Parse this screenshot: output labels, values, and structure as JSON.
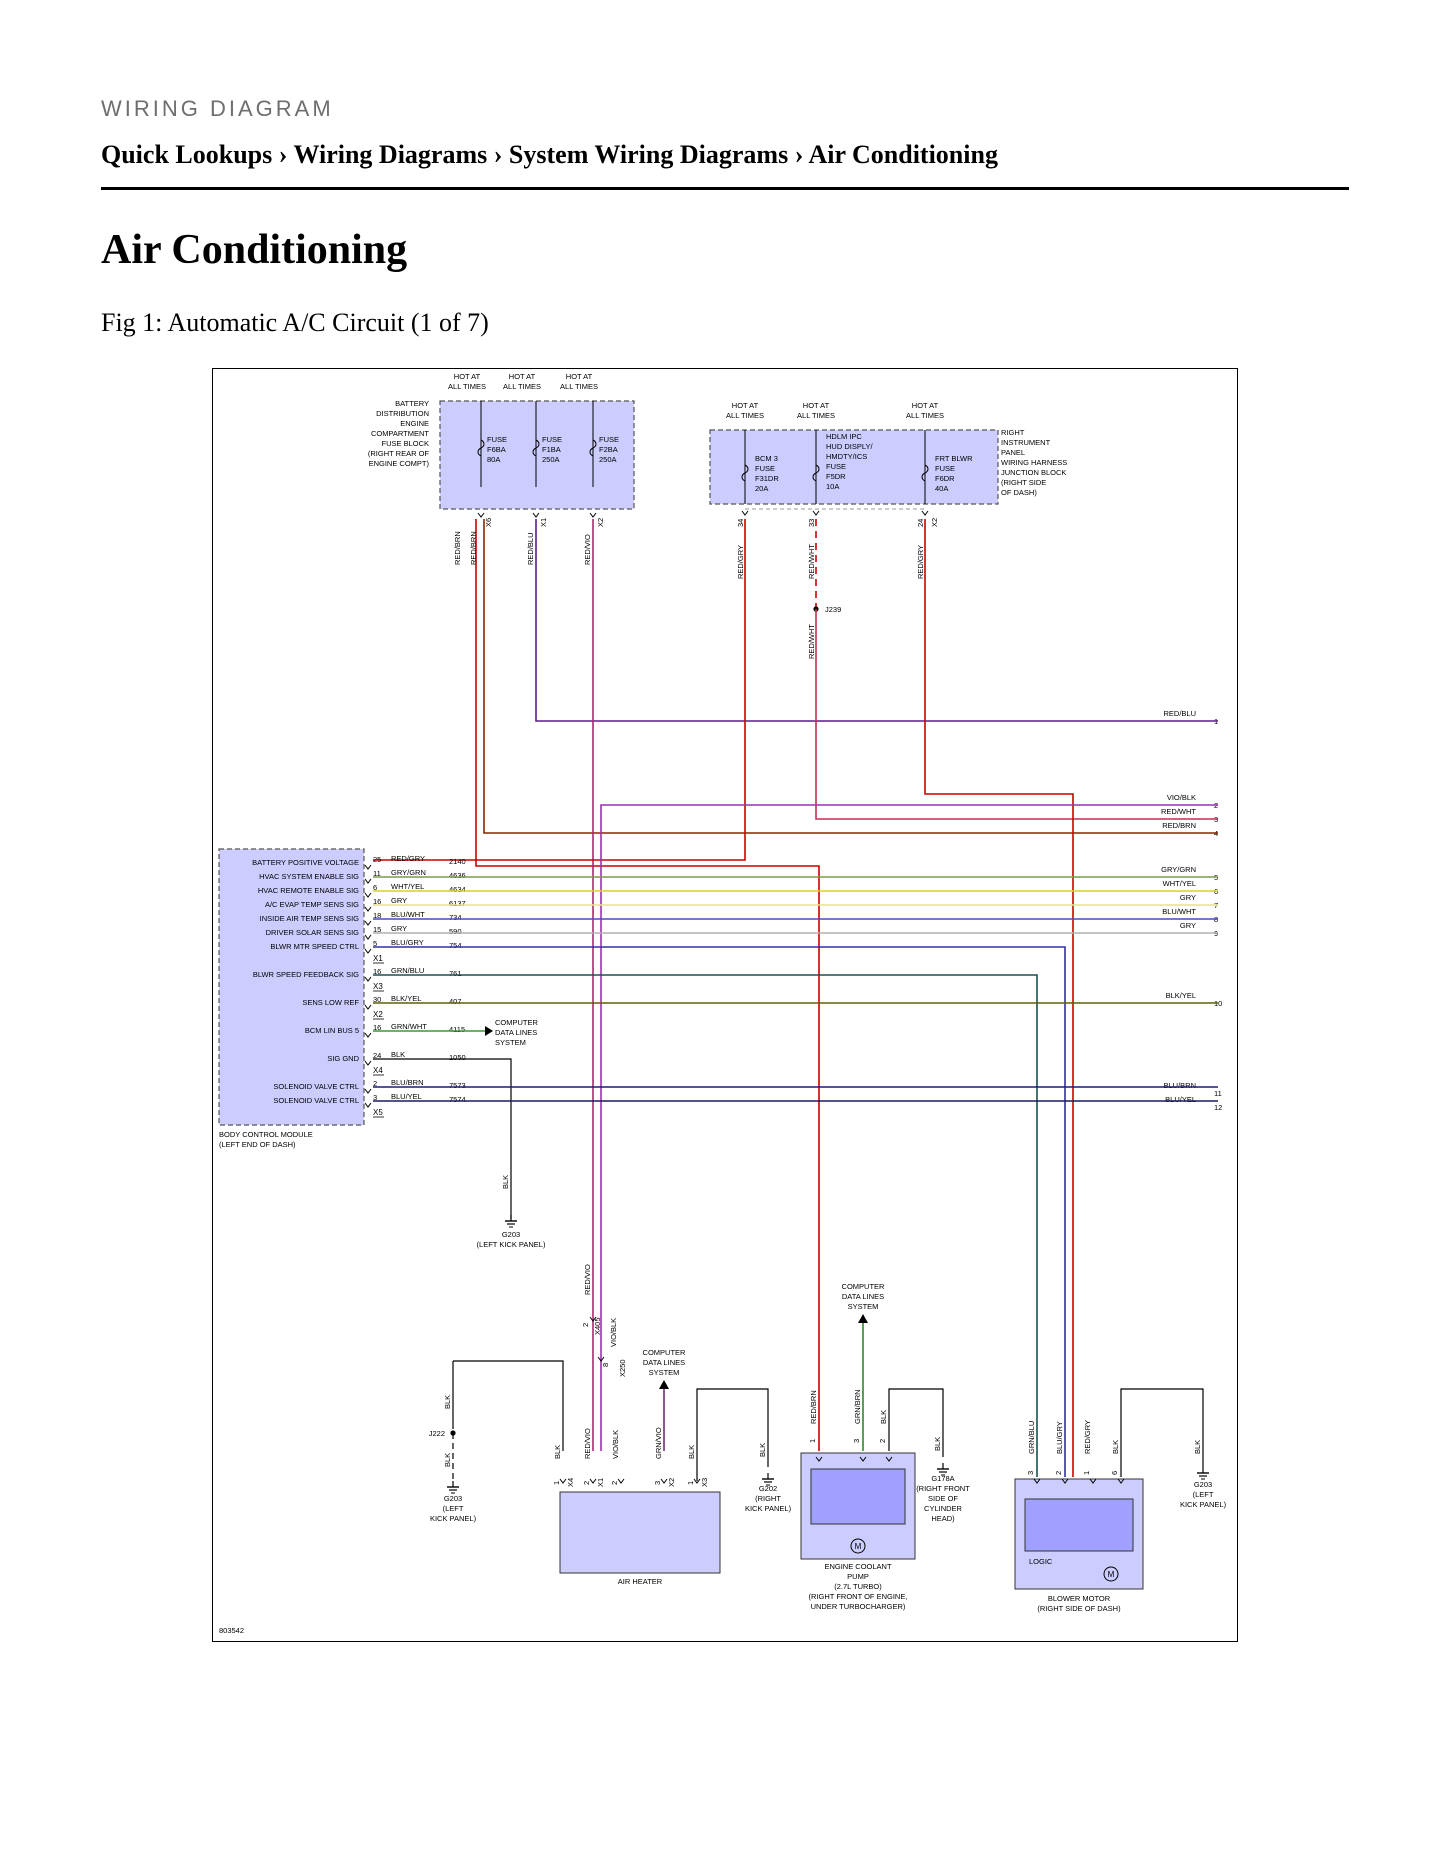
{
  "header": {
    "kicker": "WIRING DIAGRAM"
  },
  "breadcrumb": {
    "items": [
      "Quick Lookups",
      "Wiring Diagrams",
      "System Wiring Diagrams",
      "Air Conditioning"
    ],
    "separator": "›"
  },
  "page": {
    "title": "Air Conditioning",
    "figure_caption": "Fig 1: Automatic A/C Circuit (1 of 7)"
  },
  "diagram": {
    "figure_number": "803542",
    "colors": {
      "module_fill": "#ccccff",
      "module_border": "#555555",
      "wire_red": "#cc0000",
      "wire_magenta": "#b0246f"
    },
    "hot_label": [
      "HOT AT",
      "ALL TIMES"
    ],
    "battery_fuse_block": {
      "label": [
        "BATTERY",
        "DISTRIBUTION",
        "ENGINE",
        "COMPARTMENT",
        "FUSE BLOCK",
        "(RIGHT REAR OF",
        "ENGINE COMPT)"
      ],
      "fuses": [
        {
          "lines": [
            "FUSE",
            "F6BA",
            "80A"
          ]
        },
        {
          "lines": [
            "FUSE",
            "F1BA",
            "250A"
          ]
        },
        {
          "lines": [
            "FUSE",
            "F2BA",
            "250A"
          ]
        }
      ],
      "connectors": [
        "X6",
        "X1",
        "X2"
      ]
    },
    "junction_block": {
      "label": [
        "RIGHT",
        "INSTRUMENT",
        "PANEL",
        "WIRING HARNESS",
        "JUNCTION BLOCK",
        "(RIGHT SIDE",
        "OF DASH)"
      ],
      "fuses": [
        {
          "lines": [
            "BCM 3",
            "FUSE",
            "F31DR",
            "20A"
          ]
        },
        {
          "lines": [
            "HDLM IPC",
            "HUD DISPLY/",
            "HMDTY/ICS",
            "FUSE",
            "F5DR",
            "10A"
          ]
        },
        {
          "lines": [
            "FRT BLWR",
            "FUSE",
            "F6DR",
            "40A"
          ]
        }
      ],
      "pins": [
        "34",
        "33",
        "24"
      ],
      "connector": "X2"
    },
    "top_wires": [
      "RED/BRN",
      "RED/BRN",
      "RED/BLU",
      "RED/VIO",
      "RED/GRY",
      "RED/WHT",
      "RED/GRY"
    ],
    "splice_j239": "J239",
    "splice_j239_wire": "RED/WHT",
    "bcm": {
      "label": [
        "BODY CONTROL MODULE",
        "(LEFT END OF DASH)"
      ],
      "rows": [
        {
          "signal": "BATTERY POSITIVE VOLTAGE",
          "pin": "25",
          "wire": "RED/GRY",
          "circuit": "2140"
        },
        {
          "signal": "HVAC SYSTEM ENABLE SIG",
          "pin": "11",
          "wire": "GRY/GRN",
          "circuit": "4636"
        },
        {
          "signal": "HVAC REMOTE ENABLE SIG",
          "pin": "6",
          "wire": "WHT/YEL",
          "circuit": "4634"
        },
        {
          "signal": "A/C EVAP TEMP SENS SIG",
          "pin": "16",
          "wire": "GRY",
          "circuit": "6137"
        },
        {
          "signal": "INSIDE AIR TEMP SENS SIG",
          "pin": "18",
          "wire": "BLU/WHT",
          "circuit": "734"
        },
        {
          "signal": "DRIVER SOLAR SENS SIG",
          "pin": "15",
          "wire": "GRY",
          "circuit": "590"
        },
        {
          "signal": "BLWR MTR SPEED CTRL",
          "pin": "5",
          "wire": "BLU/GRY",
          "circuit": "754"
        },
        {
          "signal": "BLWR SPEED FEEDBACK SIG",
          "pin": "16",
          "wire": "GRN/BLU",
          "circuit": "761"
        },
        {
          "signal": "SENS LOW REF",
          "pin": "30",
          "wire": "BLK/YEL",
          "circuit": "407"
        },
        {
          "signal": "BCM LIN BUS 5",
          "pin": "16",
          "wire": "GRN/WHT",
          "circuit": "4115"
        },
        {
          "signal": "SIG GND",
          "pin": "24",
          "wire": "BLK",
          "circuit": "1050"
        },
        {
          "signal": "SOLENOID VALVE CTRL",
          "pin": "2",
          "wire": "BLU/BRN",
          "circuit": "7573"
        },
        {
          "signal": "SOLENOID VALVE CTRL",
          "pin": "3",
          "wire": "BLU/YEL",
          "circuit": "7574"
        }
      ],
      "connectors": [
        "X1",
        "X3",
        "X2",
        "X4",
        "X5"
      ]
    },
    "offpage": [
      {
        "num": "1",
        "wire": "RED/BLU"
      },
      {
        "num": "2",
        "wire": "VIO/BLK"
      },
      {
        "num": "3",
        "wire": "RED/WHT"
      },
      {
        "num": "4",
        "wire": "RED/BRN"
      },
      {
        "num": "5",
        "wire": "GRY/GRN"
      },
      {
        "num": "6",
        "wire": "WHT/YEL"
      },
      {
        "num": "7",
        "wire": "GRY"
      },
      {
        "num": "8",
        "wire": "BLU/WHT"
      },
      {
        "num": "9",
        "wire": "GRY"
      },
      {
        "num": "10",
        "wire": "BLK/YEL"
      },
      {
        "num": "11",
        "wire": "BLU/BRN"
      },
      {
        "num": "12",
        "wire": "BLU/YEL"
      }
    ],
    "computer_data_lines": [
      "COMPUTER",
      "DATA LINES",
      "SYSTEM"
    ],
    "ground_g203_mid": {
      "wire": "BLK",
      "lines": [
        "G203",
        "(LEFT KICK PANEL)"
      ]
    },
    "ground_g203_left": {
      "wires": [
        "BLK",
        "BLK"
      ],
      "splice": "J222",
      "lines": [
        "G203",
        "(LEFT",
        "KICK PANEL)"
      ]
    },
    "ground_g202": {
      "wire": "BLK",
      "lines": [
        "G202",
        "(RIGHT",
        "KICK PANEL)"
      ]
    },
    "ground_g178a": {
      "wire": "BLK",
      "lines": [
        "G178A",
        "(RIGHT FRONT",
        "SIDE OF",
        "CYLINDER",
        "HEAD)"
      ]
    },
    "ground_g203_right": {
      "wire": "BLK",
      "lines": [
        "G203",
        "(LEFT",
        "KICK PANEL)"
      ]
    },
    "inline_x405": {
      "conn": "X405",
      "pin": "2",
      "wire_above": "RED/VIO"
    },
    "inline_x250": {
      "conn": "X250",
      "pin": "8",
      "wire_below": "VIO/BLK"
    },
    "air_heater": {
      "label": "AIR HEATER",
      "pins": [
        {
          "pin": "1",
          "conn": "X4",
          "wire": "BLK"
        },
        {
          "pin": "2",
          "conn": "X1",
          "wire": "RED/VIO"
        },
        {
          "pin": "2",
          "conn": "",
          "wire": "VIO/BLK"
        },
        {
          "pin": "3",
          "conn": "X2",
          "wire": "GRN/VIO"
        },
        {
          "pin": "1",
          "conn": "X3",
          "wire": "BLK"
        }
      ]
    },
    "coolant_pump": {
      "label": [
        "ENGINE COOLANT",
        "PUMP",
        "(2.7L TURBO)",
        "(RIGHT FRONT OF ENGINE,",
        "UNDER TURBOCHARGER)"
      ],
      "pins": [
        {
          "pin": "1",
          "wire": "RED/BRN"
        },
        {
          "pin": "3",
          "wire": "GRN/BRN"
        },
        {
          "pin": "2",
          "wire": "BLK"
        }
      ]
    },
    "blower_motor": {
      "label": [
        "BLOWER MOTOR",
        "(RIGHT SIDE OF DASH)"
      ],
      "logic": "LOGIC",
      "pins": [
        {
          "pin": "3",
          "wire": "GRN/BLU"
        },
        {
          "pin": "2",
          "wire": "BLU/GRY"
        },
        {
          "pin": "1",
          "wire": "RED/GRY"
        },
        {
          "pin": "6",
          "wire": "BLK"
        }
      ]
    },
    "motor_symbol": "M"
  }
}
